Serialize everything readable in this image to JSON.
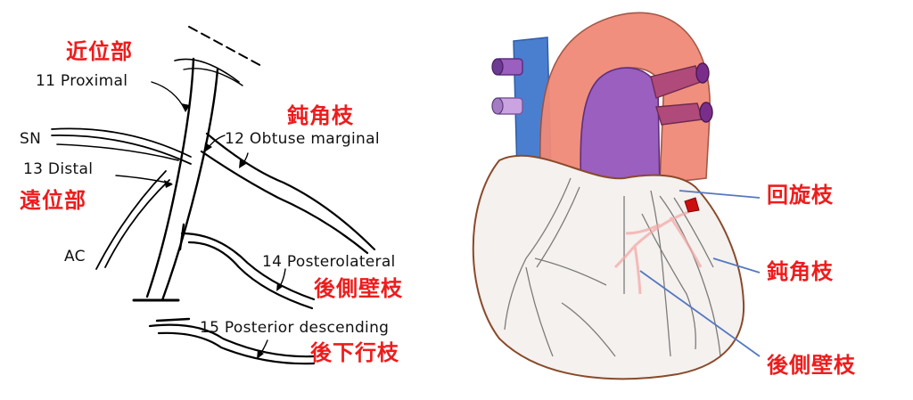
{
  "left_diagram": {
    "proximal_jp": "近位部",
    "proximal_en": "11 Proximal",
    "sn": "SN",
    "distal_en": "13 Distal",
    "distal_jp": "遠位部",
    "ac": "AC",
    "obtuse_jp": "鈍角枝",
    "obtuse_en": "12 Obtuse marginal",
    "posterolateral_en": "14 Posterolateral",
    "posterolateral_jp": "後側壁枝",
    "posterior_desc_en": "15 Posterior descending",
    "posterior_desc_jp": "後下行枝"
  },
  "right_diagram": {
    "circumflex_jp": "回旋枝",
    "obtuse_jp": "鈍角枝",
    "posterolateral_jp": "後側壁枝"
  },
  "colors": {
    "label_red": "#ee1c1c",
    "aorta": "#f08a78",
    "pulmonary": "#9b5fc0",
    "vena_cava": "#4a7fd0",
    "heart_outline": "#8a4a2a",
    "callout_line": "#5578c0"
  }
}
